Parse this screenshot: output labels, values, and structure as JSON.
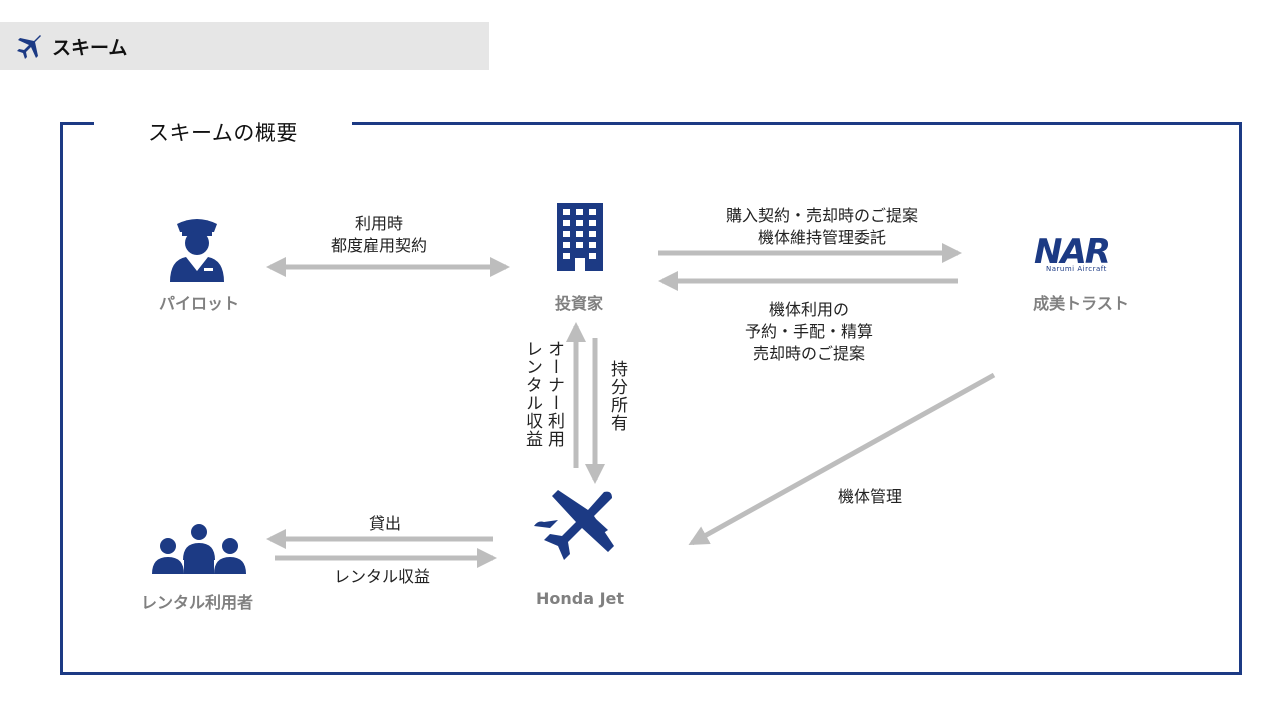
{
  "header": {
    "title": "スキーム"
  },
  "frame": {
    "title": "スキームの概要"
  },
  "nodes": {
    "pilot": "パイロット",
    "investor": "投資家",
    "trust": "成美トラスト",
    "renters": "レンタル利用者",
    "jet": "Honda Jet"
  },
  "logo": {
    "main": "NAR",
    "sub": "Narumi Aircraft"
  },
  "edges": {
    "pilot_investor": [
      "利用時",
      "都度雇用契約"
    ],
    "investor_to_trust": [
      "購入契約・売却時のご提案",
      "機体維持管理委託"
    ],
    "trust_to_investor": [
      "機体利用の",
      "予約・手配・精算",
      "売却時のご提案"
    ],
    "jet_to_investor_a": "オーナー利用",
    "jet_to_investor_b": "レンタル収益",
    "investor_to_jet": "持分所有",
    "trust_to_jet": "機体管理",
    "jet_to_renters": "貸出",
    "renters_to_jet": "レンタル収益"
  },
  "colors": {
    "accent": "#1c3a84",
    "arrow": "#bdbdbd",
    "label_gray": "#808080"
  }
}
